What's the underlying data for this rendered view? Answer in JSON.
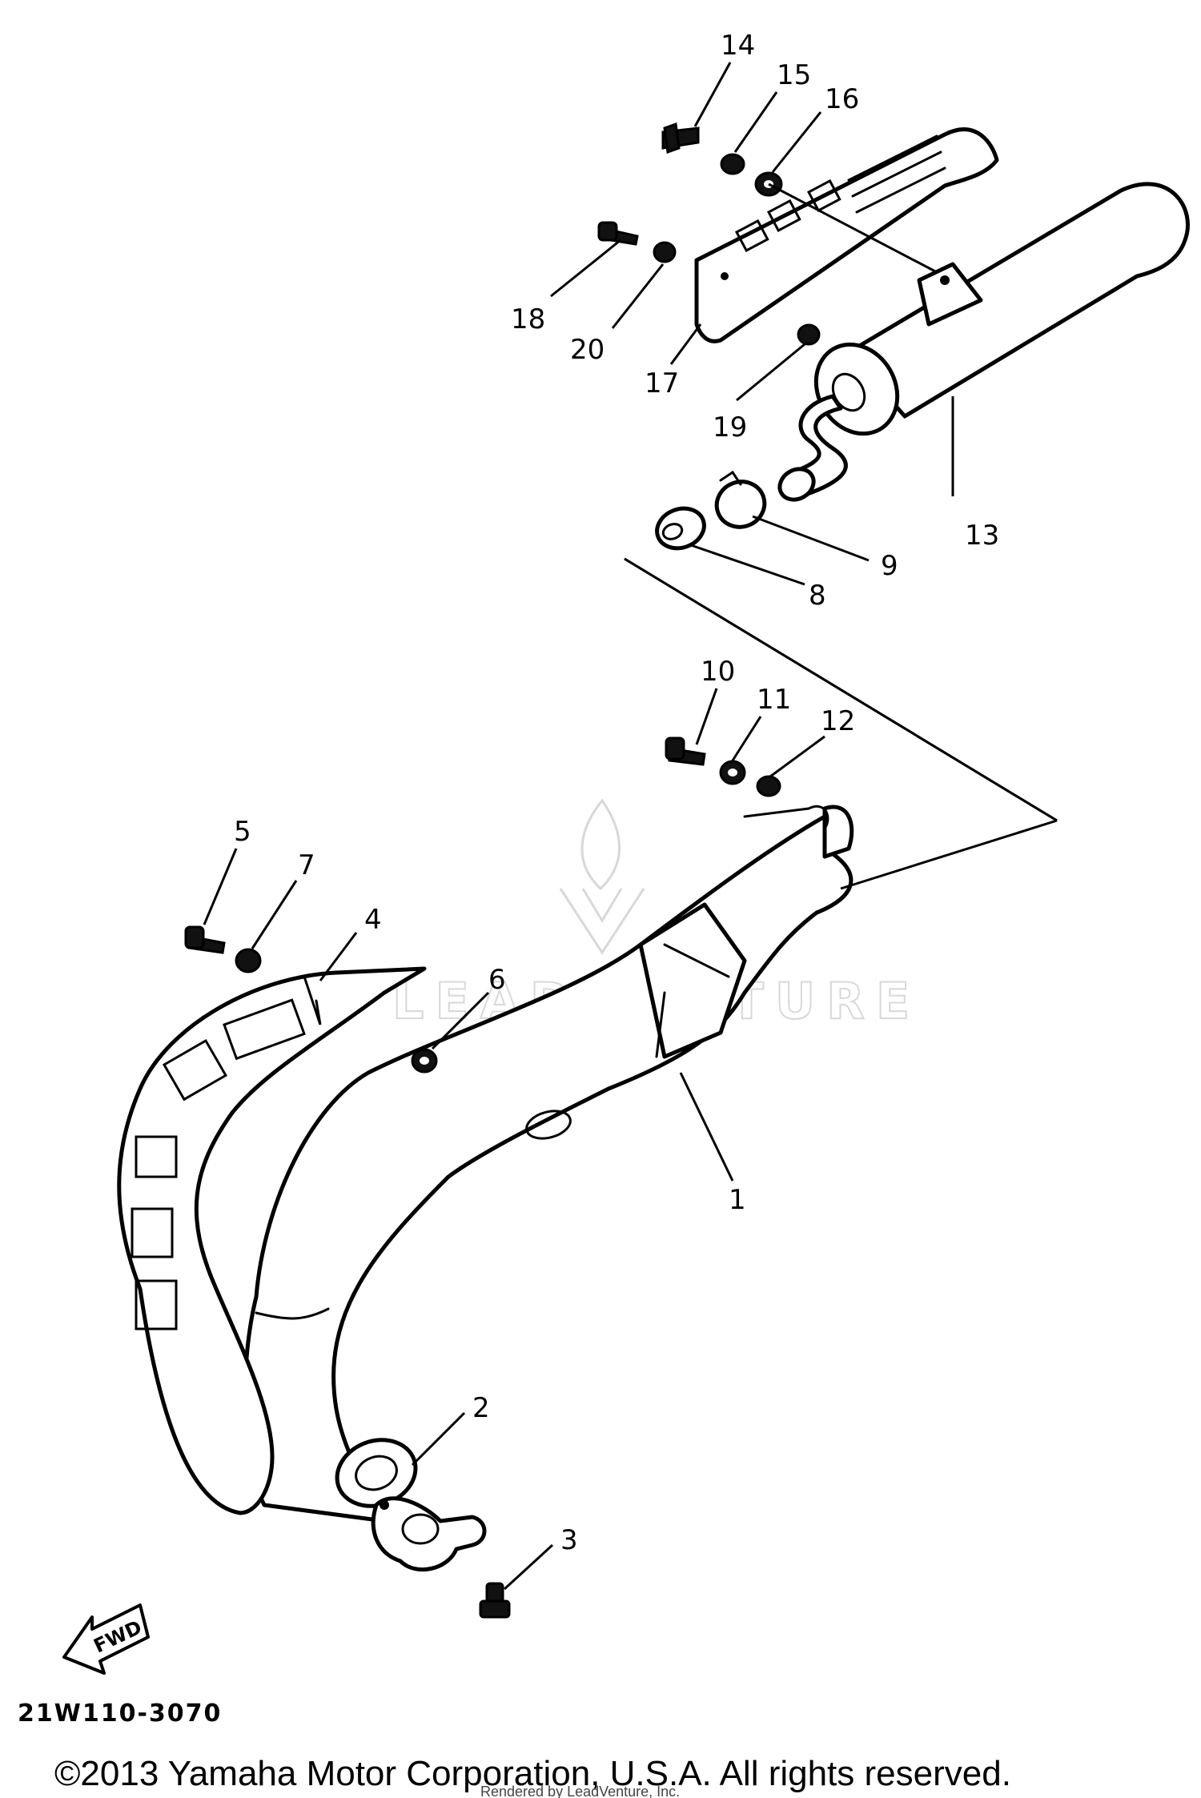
{
  "diagram": {
    "callouts": [
      "1",
      "2",
      "3",
      "4",
      "5",
      "6",
      "7",
      "8",
      "9",
      "10",
      "11",
      "12",
      "13",
      "14",
      "15",
      "16",
      "17",
      "18",
      "19",
      "20"
    ],
    "diagram_code": "21W110-3070",
    "fwd_label": "FWD",
    "watermark": "LEADVENTURE",
    "copyright": "©2013 Yamaha Motor Corporation, U.S.A. All rights reserved.",
    "rendered_by": "Rendered by LeadVenture, Inc."
  }
}
